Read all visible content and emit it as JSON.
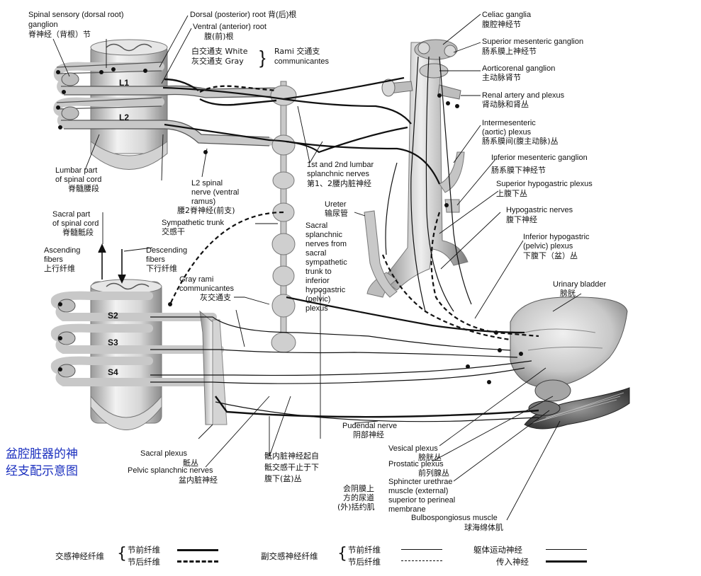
{
  "title": "盆腔脏器的神经支配示意图",
  "segments": {
    "l1": "L1",
    "l2": "L2",
    "s2": "S2",
    "s3": "S3",
    "s4": "S4"
  },
  "labels": {
    "spinal_sensory": [
      "Spinal sensory (dorsal root)",
      "ganglion",
      "脊神经（背根）节"
    ],
    "dorsal_root": "Dorsal (posterior) root 背(后)根",
    "ventral_root": [
      "Ventral (anterior) root",
      "腹(前)根"
    ],
    "rami_white": "白交通支 White",
    "rami_gray": "灰交通支  Gray",
    "rami": [
      "Rami    交通支",
      "communicantes"
    ],
    "lumbar_part": [
      "Lumbar part",
      "of spinal cord",
      "脊髓腰段"
    ],
    "l2_spinal": [
      "L2 spinal",
      "nerve (ventral",
      "ramus)",
      "腰2脊神经(前支)"
    ],
    "lumbar_splanchnic": [
      "1st and 2nd lumbar",
      "splanchnic nerves",
      "第1、2腰内脏神经"
    ],
    "sympathetic_trunk": [
      "Sympathetic trunk",
      "交感干"
    ],
    "sacral_part": [
      "Sacral part",
      "of spinal cord",
      "脊髓骶段"
    ],
    "ascending": [
      "Ascending",
      "fibers",
      "上行纤维"
    ],
    "descending": [
      "Descending",
      "fibers",
      "下行纤维"
    ],
    "gray_rami": [
      "Gray rami",
      "communicantes",
      "灰交通支"
    ],
    "ureter": [
      "Ureter",
      "输尿管"
    ],
    "sacral_splanchnic": [
      "Sacral",
      "splanchnic",
      "nerves from",
      "sacral",
      "sympathetic",
      "trunk to",
      "inferior",
      "hypogastric",
      "(pelvic)",
      "plexus"
    ],
    "celiac": [
      "Celiac ganglia",
      "腹腔神经节"
    ],
    "sup_mesenteric": [
      "Superior mesenteric ganglion",
      "肠系膜上神经节"
    ],
    "aorticorenal": [
      "Aorticorenal ganglion",
      "主动脉肾节"
    ],
    "renal": [
      "Renal artery and plexus",
      "肾动脉和肾丛"
    ],
    "intermesenteric": [
      "Intermesenteric",
      "(aortic) plexus",
      "肠系膜间(腹主动脉)丛"
    ],
    "inf_mesenteric": [
      "Inferior mesenteric ganglion",
      "肠系膜下神经节"
    ],
    "sup_hypogastric": [
      "Superior hypogastric plexus",
      "上腹下丛"
    ],
    "hypogastric_nerves": [
      "Hypogastric nerves",
      "腹下神经"
    ],
    "inf_hypogastric": [
      "Inferior hypogastric",
      "(pelvic) plexus",
      "下腹下（盆）丛"
    ],
    "urinary_bladder": [
      "Urinary bladder",
      "膀胱"
    ],
    "pudendal": [
      "Pudendal nerve",
      "阴部神经"
    ],
    "vesical": [
      "Vesical plexus",
      "膀胱丛"
    ],
    "prostatic": [
      "Prostatic plexus",
      "前列腺丛"
    ],
    "sphincter": [
      "Sphincter urethrae",
      "muscle (external)",
      "superior to perineal",
      "membrane"
    ],
    "sphincter_cn": [
      "会阴膜上",
      "方的尿道",
      "(外)括约肌"
    ],
    "bulbospongiosus": [
      "Bulbospongiosus muscle",
      "球海绵体肌"
    ],
    "sacral_plexus": [
      "Sacral plexus",
      "骶丛"
    ],
    "pelvic_splanchnic": [
      "Pelvic splanchnic nerves",
      "盆内脏神经"
    ],
    "sacral_origin_cn": [
      "骶内脏神经起自",
      "骶交感干止于下",
      "腹下(盆)丛"
    ]
  },
  "legend": {
    "sympathetic": "交感神经纤维",
    "parasympathetic": "副交感神经纤维",
    "pre": "节前纤维",
    "post": "节后纤维",
    "somatic_motor": "躯体运动神经",
    "afferent": "传入神经"
  }
}
